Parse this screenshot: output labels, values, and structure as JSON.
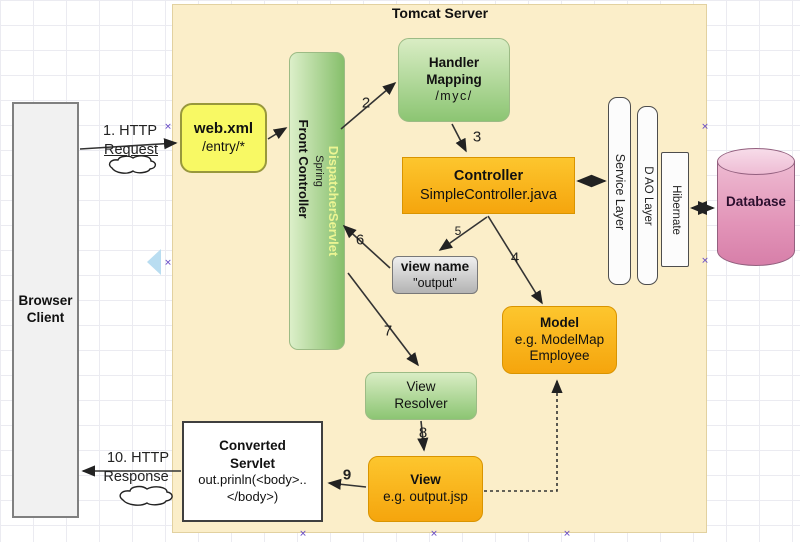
{
  "panel": {
    "title": "Tomcat Server"
  },
  "nodes": {
    "browser": {
      "line1": "Browser",
      "line2": "Client"
    },
    "webxml": {
      "line1": "web.xml",
      "line2": "/entry/*"
    },
    "front_controller": {
      "line1": "Front Controller",
      "line2": "Spring",
      "line3": "DispatcherServlet"
    },
    "handler_mapping": {
      "line1": "Handler",
      "line2": "Mapping",
      "line3": "/myc/"
    },
    "controller": {
      "line1": "Controller",
      "line2": "SimpleController.java"
    },
    "view_name": {
      "line1": "view name",
      "line2": "\"output\""
    },
    "model": {
      "line1": "Model",
      "line2": "e.g. ModelMap",
      "line3": "Employee"
    },
    "view_resolver": {
      "line1": "View",
      "line2": "Resolver"
    },
    "view": {
      "line1": "View",
      "line2": "e.g. output.jsp"
    },
    "converted_servlet": {
      "line1": "Converted",
      "line2": "Servlet",
      "line3": "out.prinln(<body>..",
      "line4": "</body>)"
    },
    "service_layer": {
      "label": "Service Layer"
    },
    "dao_layer": {
      "label": "D AO Layer"
    },
    "hibernate": {
      "label": "Hibernate"
    },
    "database": {
      "label": "Database"
    }
  },
  "edges": {
    "request": {
      "line1": "1. HTTP",
      "line2": "Request"
    },
    "response": {
      "line1": "10. HTTP",
      "line2": "Response"
    },
    "n2": "2",
    "n3": "3",
    "n4": "4",
    "n5": "5",
    "n6": "6",
    "n7": "7",
    "n8": "8",
    "n9": "9"
  },
  "colors": {
    "panel_bg": "#fbeec9",
    "green_node": "#8cc573",
    "orange_node": "#f5a50d",
    "webxml_yellow": "#f8f964",
    "dispatcher_text": "#ecf593",
    "database_pink": "#e294b8",
    "handle_mark": "#6b4fc8"
  }
}
